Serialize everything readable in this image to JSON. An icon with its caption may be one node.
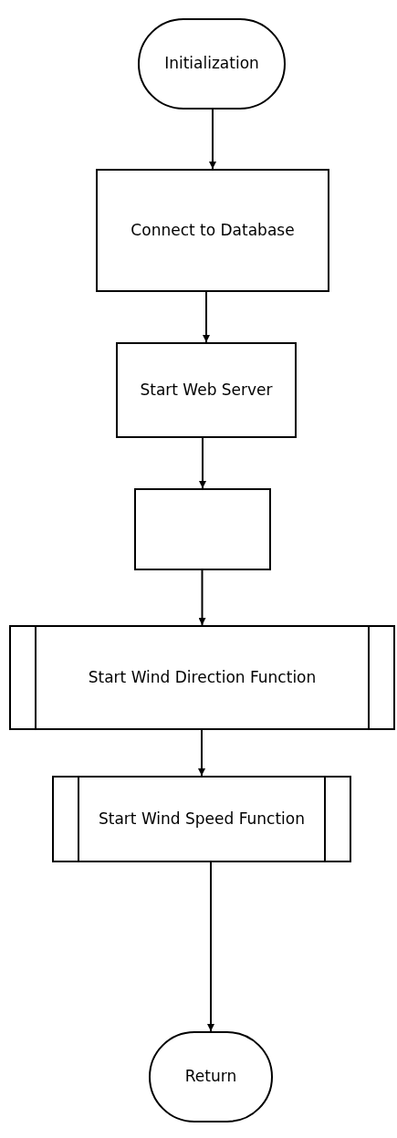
{
  "diagram": {
    "nodes": [
      {
        "text": [
          "Initialization"
        ]
      },
      {
        "text": [
          "Connect to Database"
        ]
      },
      {
        "text": [
          "Start Web Server"
        ]
      },
      {
        "text": [],
        "shape": "box"
      },
      {
        "text": [
          "Start Wind Direction Function"
        ]
      },
      {
        "text": [
          "Start Wind Speed Function"
        ]
      },
      {
        "text": [
          "Return"
        ]
      }
    ],
    "edges": [
      {
        "from": 0,
        "to": 1,
        "arrow": "to"
      },
      {
        "from": 1,
        "to": 2,
        "arrow": "to"
      },
      {
        "from": 2,
        "to": 3,
        "arrow": "to"
      },
      {
        "from": 3,
        "to": 4,
        "arrow": "to"
      },
      {
        "from": 4,
        "to": 5,
        "arrow": "to"
      },
      {
        "from": 5,
        "to": 6,
        "arrow": "to"
      }
    ]
  }
}
